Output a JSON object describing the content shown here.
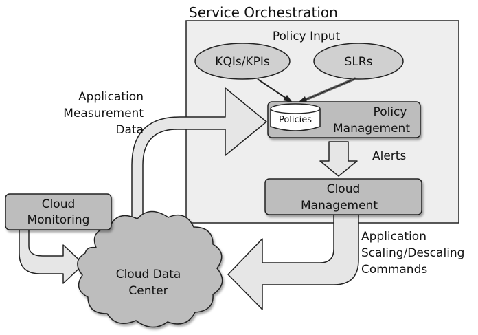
{
  "title": "Service Orchestration",
  "policy_input": {
    "heading": "Policy Input",
    "inputs": [
      "KQIs/KPIs",
      "SLRs"
    ]
  },
  "policy_management": {
    "db_label": "Policies",
    "line1": "Policy",
    "line2": "Management"
  },
  "alerts_label": "Alerts",
  "cloud_management": {
    "line1": "Cloud",
    "line2": "Management"
  },
  "cloud_monitoring": {
    "line1": "Cloud",
    "line2": "Monitoring"
  },
  "data_center": {
    "line1": "Cloud Data",
    "line2": "Center"
  },
  "measurement_label": [
    "Application",
    "Measurement",
    "Data"
  ],
  "scaling_label": [
    "Application",
    "Scaling/Descaling",
    "Commands"
  ],
  "colors": {
    "panel_fill": "#eeeeee",
    "box_fill": "#bdbdbd",
    "ellipse_fill": "#d0d0d0",
    "arrow_fill": "#e6e6e6",
    "stroke": "#222222"
  }
}
